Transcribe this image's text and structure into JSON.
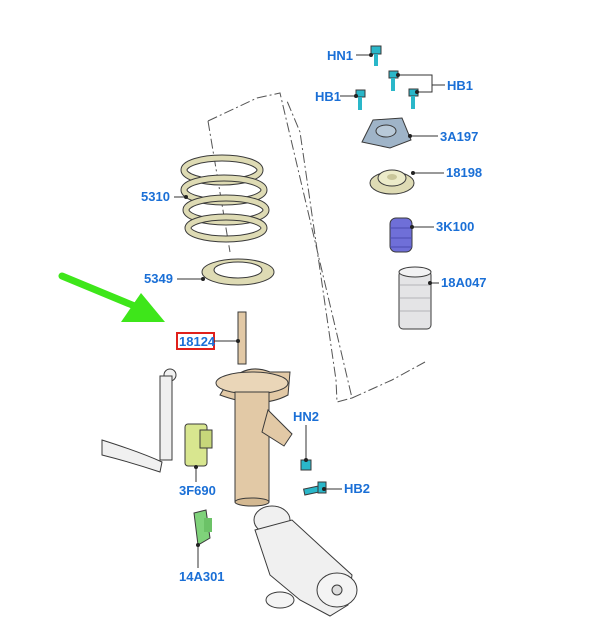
{
  "diagram": {
    "callouts": {
      "hn1": "HN1",
      "hb1_right": "HB1",
      "hb1_left": "HB1",
      "a3a197": "3A197",
      "p18198": "18198",
      "p3k100": "3K100",
      "p18a047": "18A047",
      "p5310": "5310",
      "p5349": "5349",
      "p18124": "18124",
      "hn2": "HN2",
      "hb2": "HB2",
      "p3f690": "3F690",
      "p14a301": "14A301"
    },
    "colors": {
      "callout_text": "#1a6fd6",
      "highlight_box": "#e0201b",
      "arrow": "#3ee61a",
      "strut": "#e2c9a6",
      "spring": "#dedbb4",
      "mount": "#9fb4c8",
      "bump_stop": "#6f6fd8",
      "gaiter": "#e4e4e6",
      "bracket": "#d8e68f",
      "sensor_clip": "#7fd27a",
      "bolts": "#2ab7c9"
    },
    "highlighted_part": "18124"
  }
}
